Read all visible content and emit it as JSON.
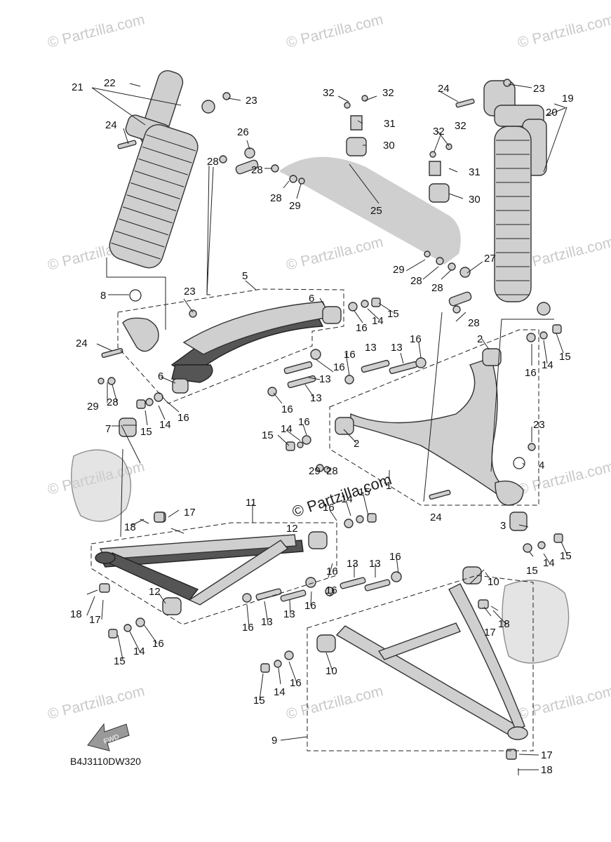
{
  "watermark": {
    "text": "© Partzilla.com",
    "color": "#c9c9c9"
  },
  "center_watermark": "© Partzilla.com",
  "diagram_code": "B4J3110DW320",
  "fwd_label": "FWD",
  "callouts": {
    "c1": "1",
    "c2": "2",
    "c3": "3",
    "c4": "4",
    "c5": "5",
    "c6": "6",
    "c7": "7",
    "c8": "8",
    "c9": "9",
    "c10": "10",
    "c11": "11",
    "c12": "12",
    "c13": "13",
    "c14": "14",
    "c15": "15",
    "c16": "16",
    "c17": "17",
    "c18": "18",
    "c19": "19",
    "c20": "20",
    "c21": "21",
    "c22": "22",
    "c23": "23",
    "c24": "24",
    "c25": "25",
    "c26": "26",
    "c27": "27",
    "c28": "28",
    "c29": "29",
    "c30": "30",
    "c31": "31",
    "c32": "32"
  },
  "colors": {
    "part_fill": "#cfcfcf",
    "part_dark": "#555555",
    "line": "#222222"
  }
}
